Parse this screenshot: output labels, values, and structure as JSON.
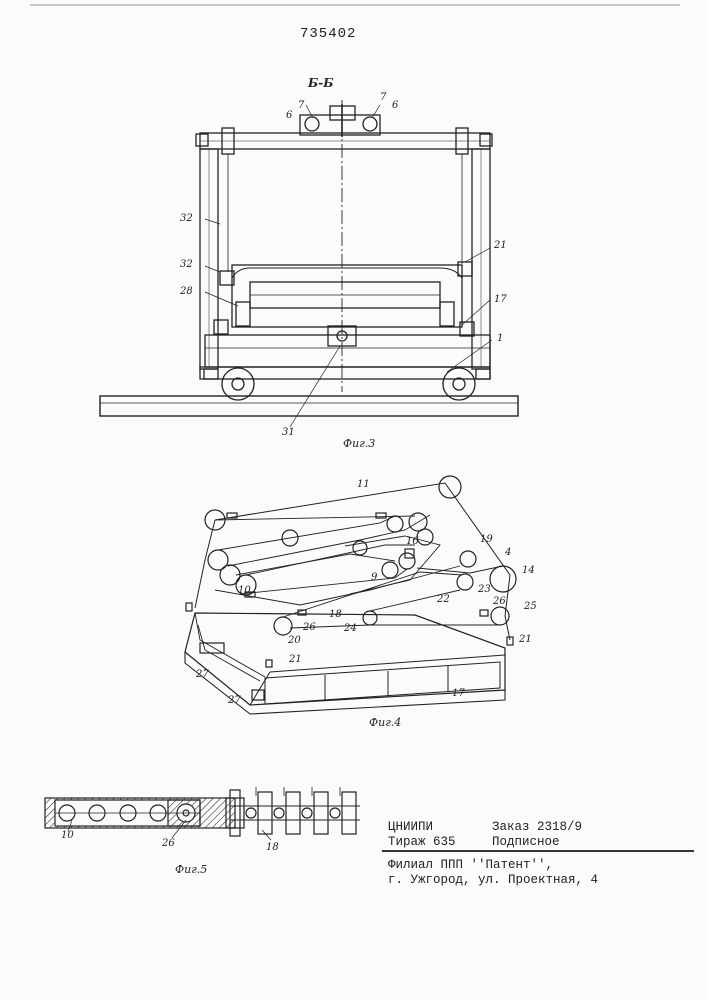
{
  "patent_number": "735402",
  "fig3": {
    "section_label": "Б-Б",
    "caption": "Фиг.3",
    "labels": {
      "l6a": "6",
      "l7a": "7",
      "l7b": "7",
      "l6b": "6",
      "l32a": "32",
      "l32b": "32",
      "l28": "28",
      "l21": "21",
      "l17": "17",
      "l1": "1",
      "l31": "31"
    }
  },
  "fig4": {
    "caption": "Фиг.4",
    "labels": {
      "l11": "11",
      "l4": "4",
      "l14": "14",
      "l19": "19",
      "l16": "16",
      "l9": "9",
      "l10": "10",
      "l23": "23",
      "l22": "22",
      "l18": "18",
      "l26a": "26",
      "l20": "20",
      "l24": "24",
      "l25": "25",
      "l26b": "26",
      "l21a": "21",
      "l21b": "21",
      "l27a": "27",
      "l27b": "27",
      "l17": "17"
    }
  },
  "fig5": {
    "caption": "Фиг.5",
    "labels": {
      "l10": "10",
      "l26": "26",
      "l18": "18"
    }
  },
  "imprint": {
    "line1_left": "ЦНИИПИ",
    "line1_right": "Заказ 2318/9",
    "line2_left": "Тираж 635",
    "line2_right": "Подписное",
    "line3": "Филиал ППП ''Патент'',",
    "line4": "г. Ужгород, ул. Проектная, 4"
  }
}
